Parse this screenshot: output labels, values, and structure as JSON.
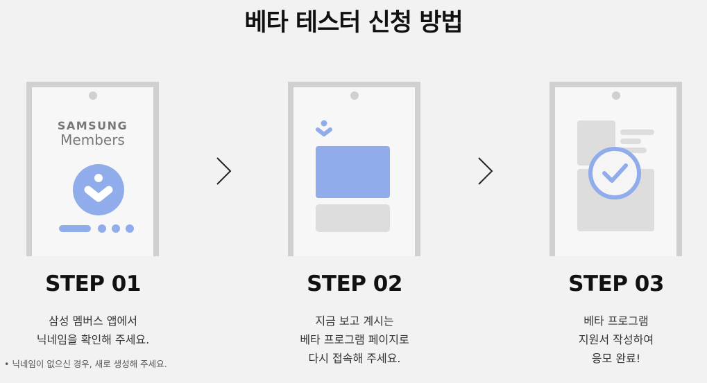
{
  "page": {
    "title": "베타 테스터 신청 방법"
  },
  "steps": [
    {
      "title": "STEP 01",
      "brand_line1": "SAMSUNG",
      "brand_line2": "Members",
      "desc": [
        "삼성 멤버스 앱에서",
        "닉네임을 확인해 주세요."
      ],
      "note": "•  닉네임이 없으신 경우, 새로 생성해 주세요."
    },
    {
      "title": "STEP 02",
      "desc": [
        "지금 보고 계시는",
        "베타 프로그램 페이지로",
        "다시 접속해 주세요."
      ]
    },
    {
      "title": "STEP 03",
      "desc": [
        "베타 프로그램",
        "지원서 작성하여",
        "응모 완료!"
      ]
    }
  ],
  "colors": {
    "accent": "#90acea",
    "phone_frame": "#d0d0d0",
    "placeholder": "#dddddd",
    "background": "#f2f2f2"
  },
  "icons": [
    "members-heart-icon",
    "download-marker-icon",
    "check-circle-icon",
    "chevron-right-icon"
  ]
}
